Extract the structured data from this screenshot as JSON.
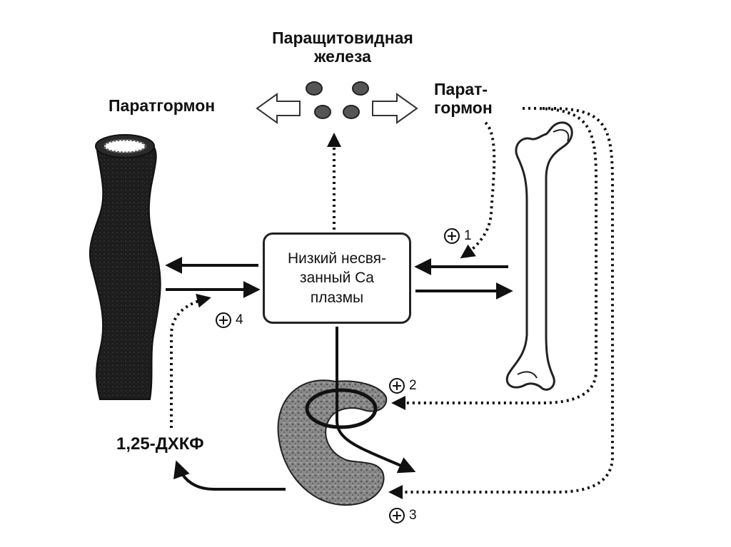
{
  "labels": {
    "gland_title_line1": "Паращитовидная",
    "gland_title_line2": "железа",
    "pth_left": "Паратгормон",
    "pth_right_line1": "Парат-",
    "pth_right_line2": "гормон",
    "center_box": "Низкий несвя-\nзанный Ca\nплазмы",
    "dhcf": "1,25-ДХКФ"
  },
  "markers": [
    {
      "sign": "+",
      "number": "1"
    },
    {
      "sign": "+",
      "number": "2"
    },
    {
      "sign": "+",
      "number": "3"
    },
    {
      "sign": "+",
      "number": "4"
    }
  ],
  "colors": {
    "ink": "#111111",
    "organ_dark": "#1a1a1a",
    "background": "#ffffff"
  }
}
